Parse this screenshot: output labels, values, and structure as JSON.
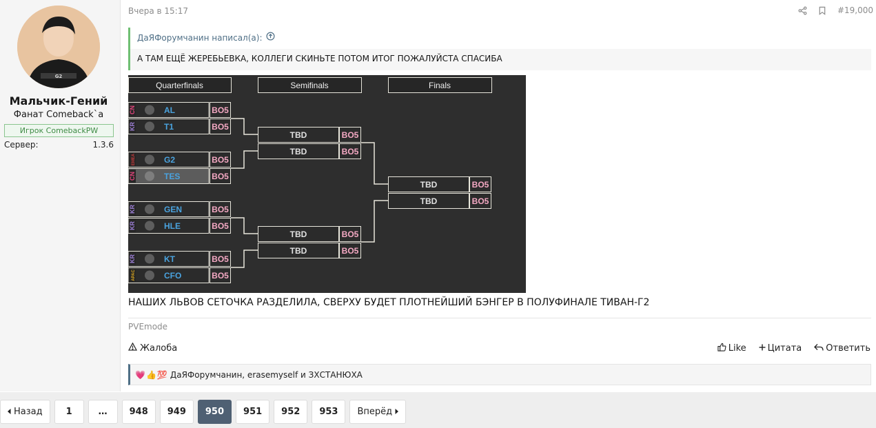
{
  "user": {
    "name": "Мальчик-Гений",
    "title": "Фанат Comeback`a",
    "badge": "Игрок ComebackPW",
    "server_label": "Сервер:",
    "server_value": "1.3.6"
  },
  "post": {
    "date": "Вчера в 15:17",
    "number": "#19,000",
    "quote_author": "ДаЯФорумчанин написал(а):",
    "quote_text": "А ТАМ ЕЩЁ ЖЕРЕБЬЕВКА, КОЛЛЕГИ СКИНЬТЕ ПОТОМ ИТОГ ПОЖАЛУЙСТА СПАСИБА",
    "text": "НАШИХ ЛЬВОВ СЕТОЧКА РАЗДЕЛИЛА, СВЕРХУ БУДЕТ ПЛОТНЕЙШИЙ БЭНГЕР В ПОЛУФИНАЛЕ ТИВАН-Г2",
    "signature": "PVEmode",
    "report_label": "Жалоба",
    "like_label": "Like",
    "quote_label": "Цитата",
    "reply_label": "Ответить",
    "reactions_emoji": [
      "💗",
      "👍",
      "💯"
    ],
    "reactions_text": "ДаЯФорумчанин, erasemyself и ЗХСТАНЮХА"
  },
  "bracket": {
    "headers": {
      "qf": "Quarterfinals",
      "sf": "Semifinals",
      "f": "Finals"
    },
    "quarterfinals": [
      {
        "region": "CN",
        "region_color": "#e0457b",
        "team": "AL",
        "fmt": "BO5",
        "hl": false
      },
      {
        "region": "KR",
        "region_color": "#9c7fd6",
        "team": "T1",
        "fmt": "BO5",
        "hl": false
      },
      {
        "region": "EMEA",
        "region_color": "#c43b3b",
        "team": "G2",
        "fmt": "BO5",
        "hl": false
      },
      {
        "region": "CN",
        "region_color": "#e0457b",
        "team": "TES",
        "fmt": "BO5",
        "hl": true
      },
      {
        "region": "KR",
        "region_color": "#9c7fd6",
        "team": "GEN",
        "fmt": "BO5",
        "hl": false
      },
      {
        "region": "KR",
        "region_color": "#9c7fd6",
        "team": "HLE",
        "fmt": "BO5",
        "hl": false
      },
      {
        "region": "KR",
        "region_color": "#9c7fd6",
        "team": "KT",
        "fmt": "BO5",
        "hl": false
      },
      {
        "region": "APAC",
        "region_color": "#d9a51f",
        "team": "CFO",
        "fmt": "BO5",
        "hl": false
      }
    ],
    "semifinals": [
      {
        "team": "TBD",
        "fmt": "BO5"
      },
      {
        "team": "TBD",
        "fmt": "BO5"
      },
      {
        "team": "TBD",
        "fmt": "BO5"
      },
      {
        "team": "TBD",
        "fmt": "BO5"
      }
    ],
    "finals": [
      {
        "team": "TBD",
        "fmt": "BO5"
      },
      {
        "team": "TBD",
        "fmt": "BO5"
      }
    ]
  },
  "pagination": {
    "prev": "Назад",
    "next": "Вперёд",
    "pages": [
      "1",
      "…",
      "948",
      "949",
      "950",
      "951",
      "952",
      "953"
    ],
    "current": "950"
  },
  "colors": {
    "accent": "#4f6073",
    "quote_border": "#6fbf73",
    "bracket_bg": "#2e2e2e",
    "team_text": "#4aa3df",
    "format_text": "#f5a9c4"
  }
}
